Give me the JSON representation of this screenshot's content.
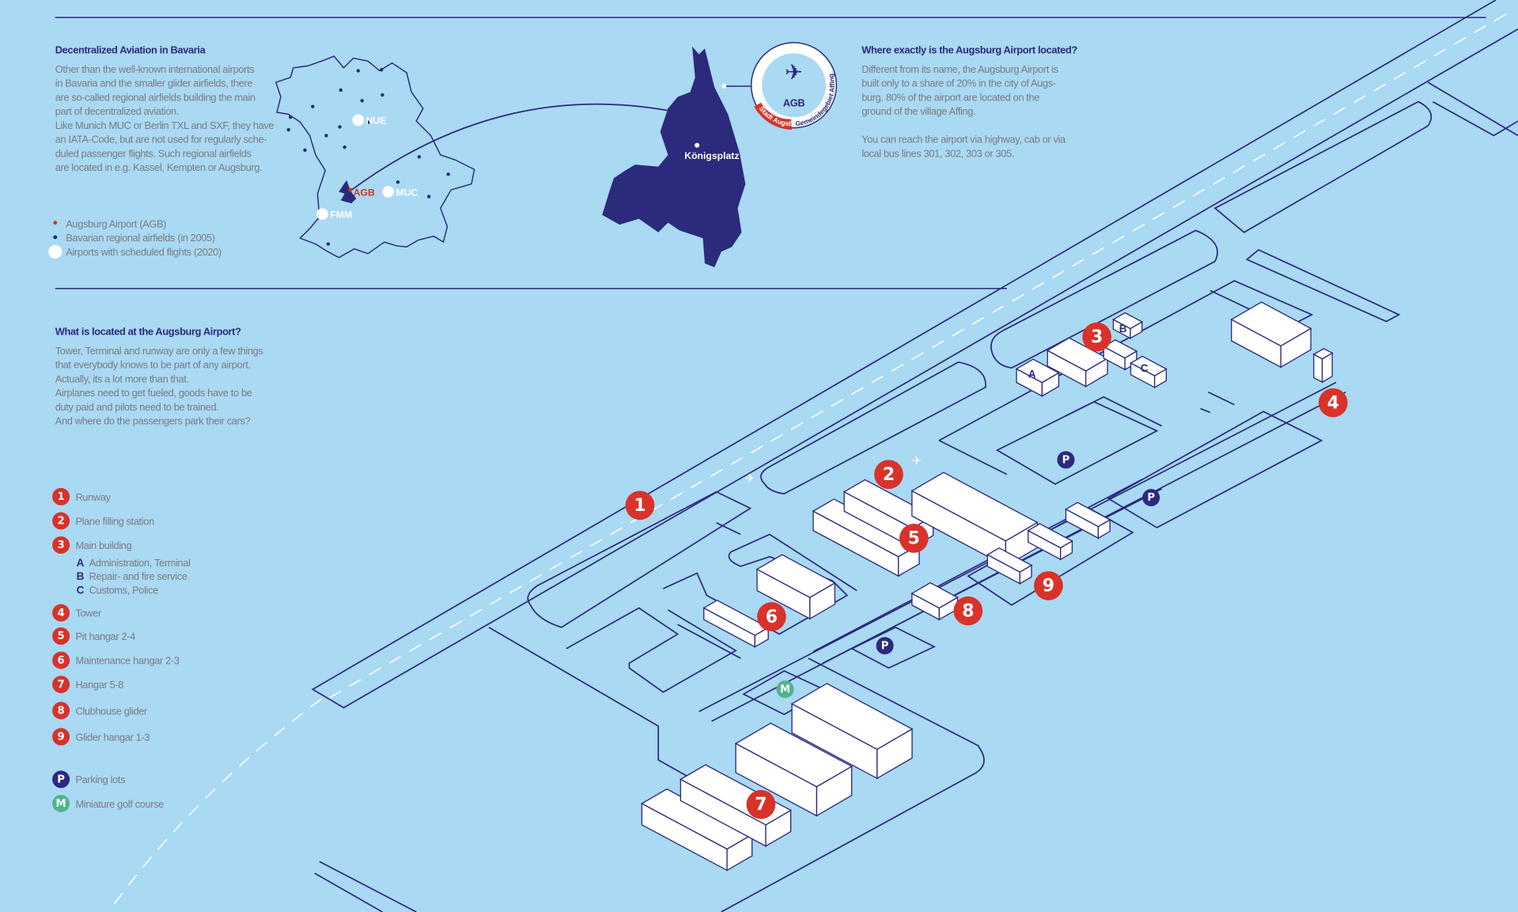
{
  "colors": {
    "background": "#a9d9f3",
    "navy": "#2b2a7c",
    "red": "#d9322a",
    "green": "#4fb58a",
    "text": "#7b7b82"
  },
  "section1": {
    "title": "Decentralized Aviation in Bavaria",
    "lines": [
      "Other than the well-known international airports",
      "in Bavaria and the smaller glider airfields, there",
      "are so-called regional airfields building the main",
      "part of decentralized aviation.",
      "Like Munich MUC or Berlin TXL and SXF, they have",
      "an IATA-Code, but are not used for regularly sche-",
      "duled passenger flights. Such regional airfields",
      "are located in e.g. Kassel, Kempten or Augsburg."
    ],
    "legend": [
      "Augsburg Airport (AGB)",
      "Bavarian regional airfields (in 2005)",
      "Airports with scheduled flights (2020)"
    ]
  },
  "map": {
    "airports": [
      "NUE",
      "MUC",
      "FMM"
    ],
    "agb": "AGB",
    "city_label": "Königsplatz",
    "circle": {
      "code": "AGB",
      "red_label": "Stadt Augsburg",
      "white_label": "Gemeindegebiet Affing",
      "city_share": 20,
      "affing_share": 80
    }
  },
  "section2": {
    "title": "Where exactly is the Augsburg Airport located?",
    "lines": [
      "Different from its name, the Augsburg Airport is",
      "built only to a share of 20% in the city of Augs-",
      "burg. 80% of the airport are located on the",
      "ground of the village Affing.",
      "",
      "You can reach the airport via highway, cab or via",
      "local bus lines 301, 302, 303 or 305."
    ]
  },
  "section3": {
    "title": "What is located at the Augsburg Airport?",
    "lines": [
      "Tower, Terminal and runway are only a few things",
      "that everybody knows to be part of any airport.",
      "Actually, its a lot more than that.",
      "Airplanes need to get fueled, goods have to be",
      "duty paid and pilots need to be trained.",
      "And where do the passengers park their cars?"
    ]
  },
  "legend": {
    "items": [
      {
        "num": "1",
        "label": "Runway"
      },
      {
        "num": "2",
        "label": "Plane filling station"
      },
      {
        "num": "3",
        "label": "Main building"
      },
      {
        "num": "4",
        "label": "Tower"
      },
      {
        "num": "5",
        "label": "Pit hangar 2-4"
      },
      {
        "num": "6",
        "label": "Maintenance hangar 2-3"
      },
      {
        "num": "7",
        "label": "Hangar 5-8"
      },
      {
        "num": "8",
        "label": "Clubhouse glider"
      },
      {
        "num": "9",
        "label": "Glider hangar 1-3"
      }
    ],
    "sub": [
      {
        "letter": "A",
        "label": "Administration, Terminal"
      },
      {
        "letter": "B",
        "label": "Repair- and fire service"
      },
      {
        "letter": "C",
        "label": "Customs, Police"
      }
    ],
    "parking": {
      "letter": "P",
      "label": "Parking lots"
    },
    "golf": {
      "letter": "M",
      "label": "Miniature golf course"
    }
  }
}
